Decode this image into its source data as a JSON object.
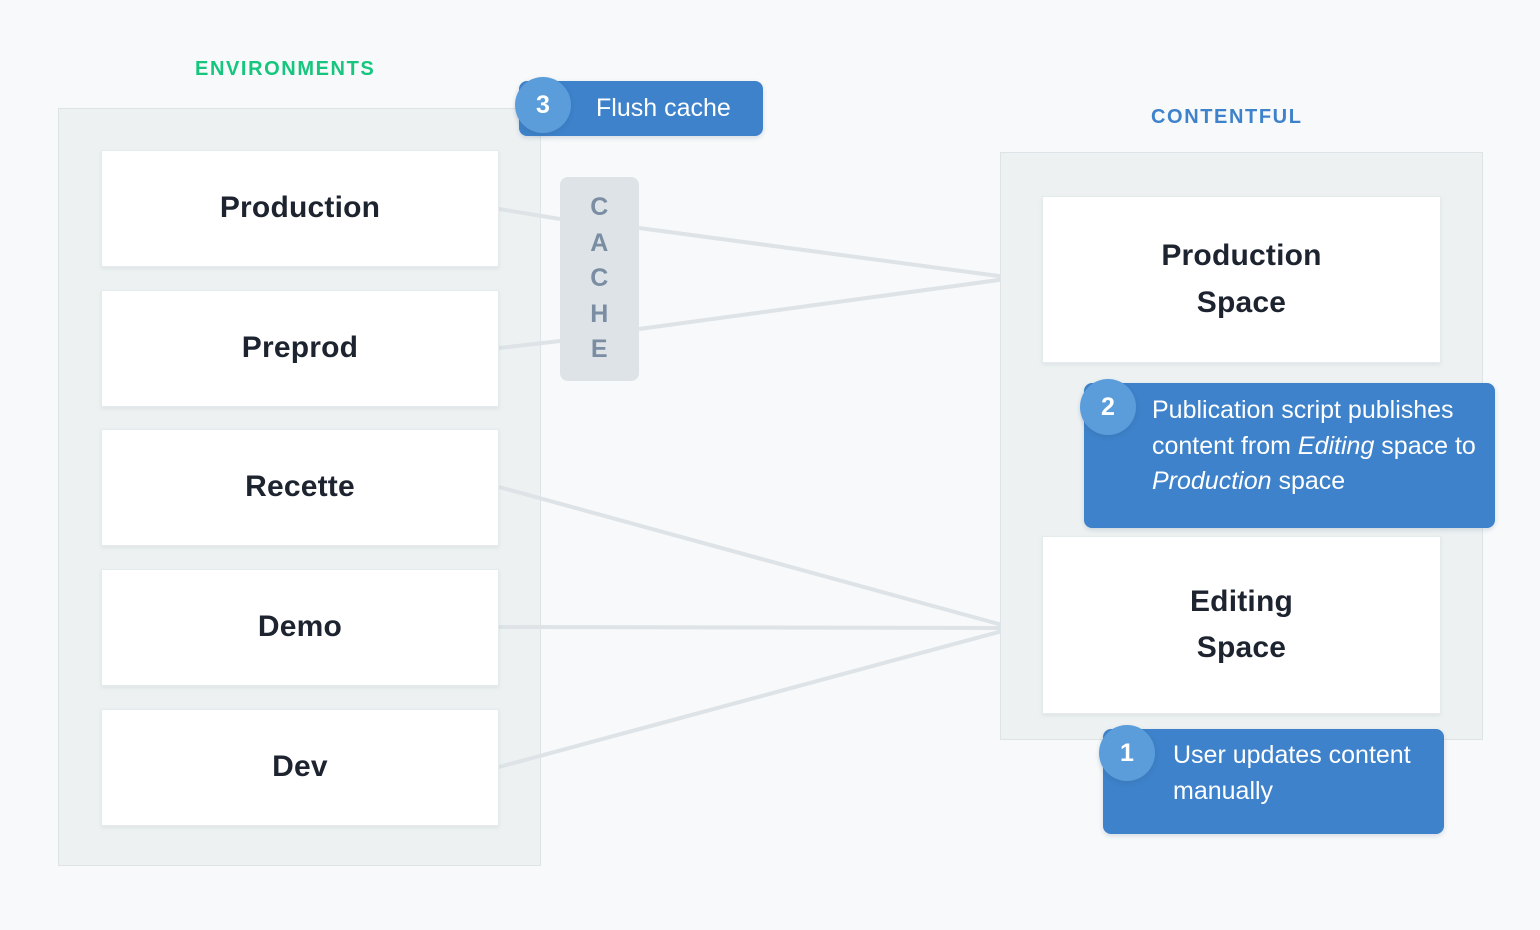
{
  "sections": {
    "environments": {
      "title": "ENVIRONMENTS",
      "title_color": "#16c67e",
      "cards": [
        {
          "label": "Production"
        },
        {
          "label": "Preprod"
        },
        {
          "label": "Recette"
        },
        {
          "label": "Demo"
        },
        {
          "label": "Dev"
        }
      ]
    },
    "contentful": {
      "title": "CONTENTFUL",
      "title_color": "#3d82ca",
      "cards": [
        {
          "label": "Production\nSpace",
          "line1": "Production",
          "line2": "Space"
        },
        {
          "label": "Editing\nSpace",
          "line1": "Editing",
          "line2": "Space"
        }
      ]
    }
  },
  "cache": {
    "label": "CACHE",
    "letters": [
      "C",
      "A",
      "C",
      "H",
      "E"
    ],
    "text_color": "#7b8da3",
    "fill_color": "#dde3e6"
  },
  "callouts": {
    "flush_cache": {
      "number": "3",
      "text": "Flush cache"
    },
    "publication": {
      "number": "2",
      "text_parts": [
        {
          "text": "Publication script publishes content from ",
          "italic": false
        },
        {
          "text": "Editing",
          "italic": true
        },
        {
          "text": " space to ",
          "italic": false
        },
        {
          "text": "Production",
          "italic": true
        },
        {
          "text": " space",
          "italic": false
        }
      ],
      "plain_text": "Publication script publishes content from Editing space to Production space"
    },
    "user_updates": {
      "number": "1",
      "text": "User updates content manually"
    }
  },
  "colors": {
    "background": "#f7f9fa",
    "panel_fill": "#edf1f2",
    "panel_border": "#dde4e7",
    "card_fill": "#ffffff",
    "card_border": "#e5eaec",
    "card_text": "#1d2430",
    "callout_fill": "#3d82ca",
    "callout_badge": "#5b9ddb",
    "connector": "#dde3e6",
    "accent_green": "#16c67e",
    "accent_blue": "#3d82ca"
  },
  "connectors": {
    "description": "Production and Preprod feed the CACHE block, which fans into Production Space; Recette, Demo and Dev connect directly to Editing Space.",
    "edges": [
      {
        "from": "Production",
        "to": "CACHE"
      },
      {
        "from": "Preprod",
        "to": "CACHE"
      },
      {
        "from": "CACHE",
        "to": "Production Space",
        "arrow": true
      },
      {
        "from": "Recette",
        "to": "Editing Space",
        "arrow": true
      },
      {
        "from": "Demo",
        "to": "Editing Space",
        "arrow": true
      },
      {
        "from": "Dev",
        "to": "Editing Space",
        "arrow": true
      }
    ]
  }
}
